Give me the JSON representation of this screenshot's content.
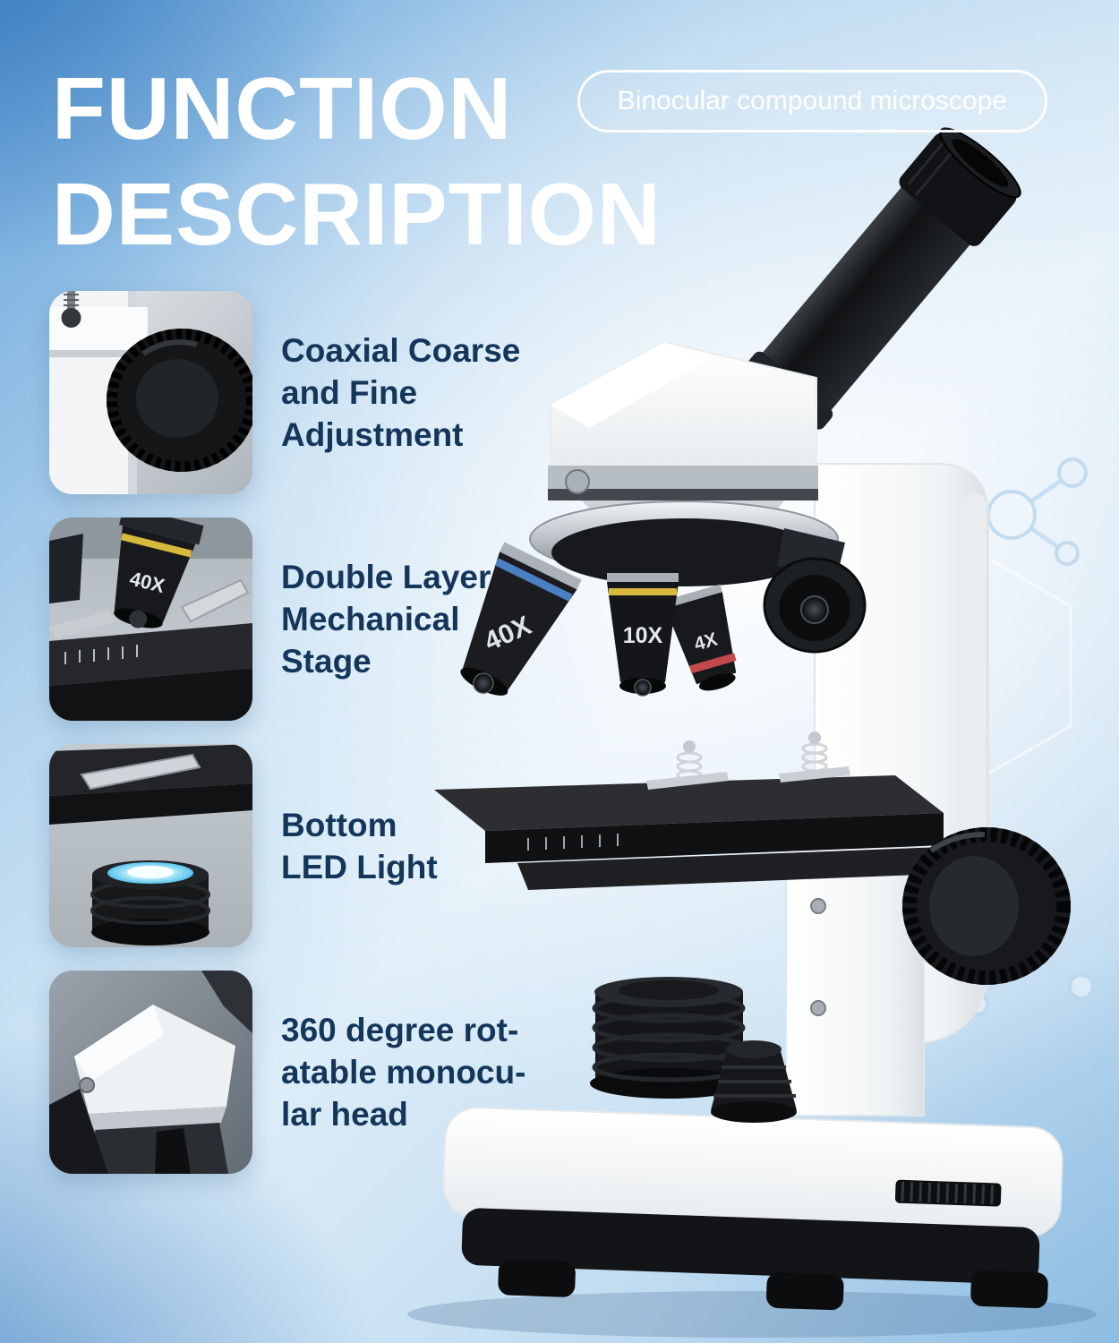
{
  "header": {
    "title_line1": "FUNCTION",
    "title_line2": "DESCRIPTION",
    "badge": "Binocular compound microscope"
  },
  "features": [
    {
      "name": "coaxial-adjustment",
      "thumbnail": "focus-knob-closeup-photo",
      "lines": [
        "Coaxial Coarse",
        "and Fine",
        "Adjustment"
      ]
    },
    {
      "name": "mechanical-stage",
      "thumbnail": "objective-over-stage-closeup-photo",
      "objective_label": "40X",
      "lines": [
        "Double Layer",
        "Mechanical",
        "Stage"
      ]
    },
    {
      "name": "bottom-led",
      "thumbnail": "bottom-led-light-closeup-photo",
      "lines": [
        "Bottom",
        "LED Light"
      ]
    },
    {
      "name": "rotatable-head",
      "thumbnail": "monocular-head-closeup-photo",
      "lines": [
        "360 degree rot-",
        "atable monocu-",
        "lar head"
      ]
    }
  ],
  "microscope": {
    "objective_labels": [
      "40X",
      "10X",
      "4X"
    ]
  },
  "colors": {
    "background_blue": "#5b9bd5",
    "title_text": "#ffffff",
    "caption_text": "#14365a",
    "badge_text": "#ffffff",
    "led_glow": "#9fe5fb",
    "objective_ring_blue": "#4a7fc1",
    "objective_ring_yellow": "#d8b93e",
    "objective_ring_red": "#c34a4a"
  }
}
